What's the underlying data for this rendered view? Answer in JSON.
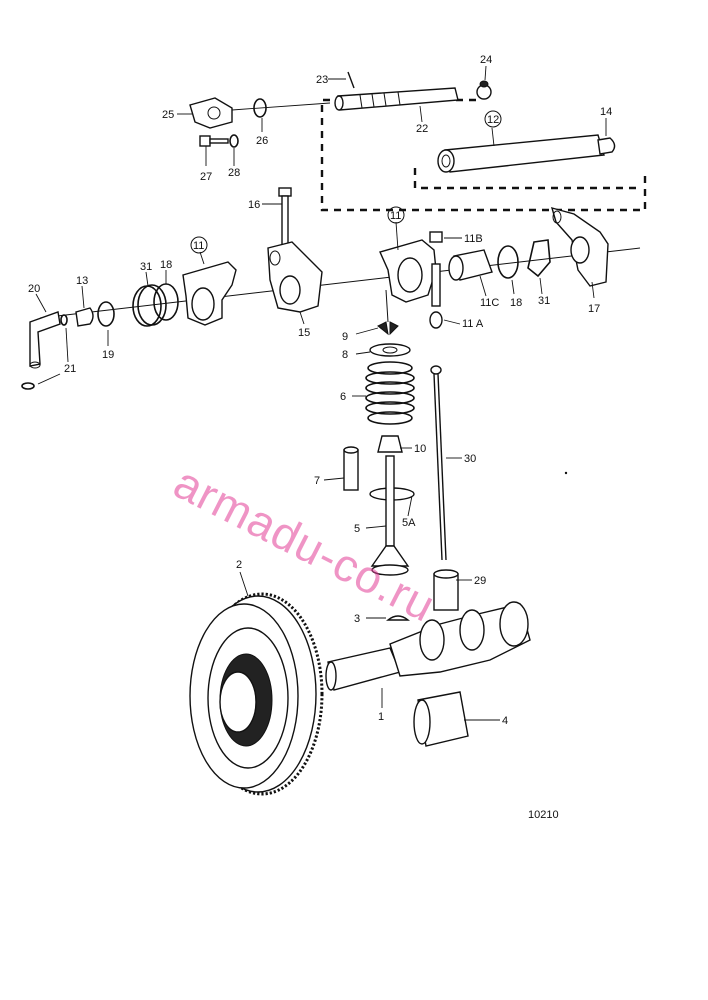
{
  "callouts": {
    "c1": "1",
    "c2": "2",
    "c3": "3",
    "c4": "4",
    "c5": "5",
    "c5a": "5A",
    "c6": "6",
    "c7": "7",
    "c8": "8",
    "c9": "9",
    "c10": "10",
    "c11_left": "11",
    "c11_mid": "11",
    "c11a": "11 A",
    "c11b": "11B",
    "c11c": "11C",
    "c12": "12",
    "c13": "13",
    "c14": "14",
    "c15": "15",
    "c16": "16",
    "c17": "17",
    "c18_left": "18",
    "c18_right": "18",
    "c19": "19",
    "c20": "20",
    "c21": "21",
    "c22": "22",
    "c23": "23",
    "c24": "24",
    "c25": "25",
    "c26": "26",
    "c27": "27",
    "c28": "28",
    "c29": "29",
    "c30": "30",
    "c31_left": "31",
    "c31_right": "31"
  },
  "figure_number": "10210",
  "watermark": "armadu-co.ru"
}
